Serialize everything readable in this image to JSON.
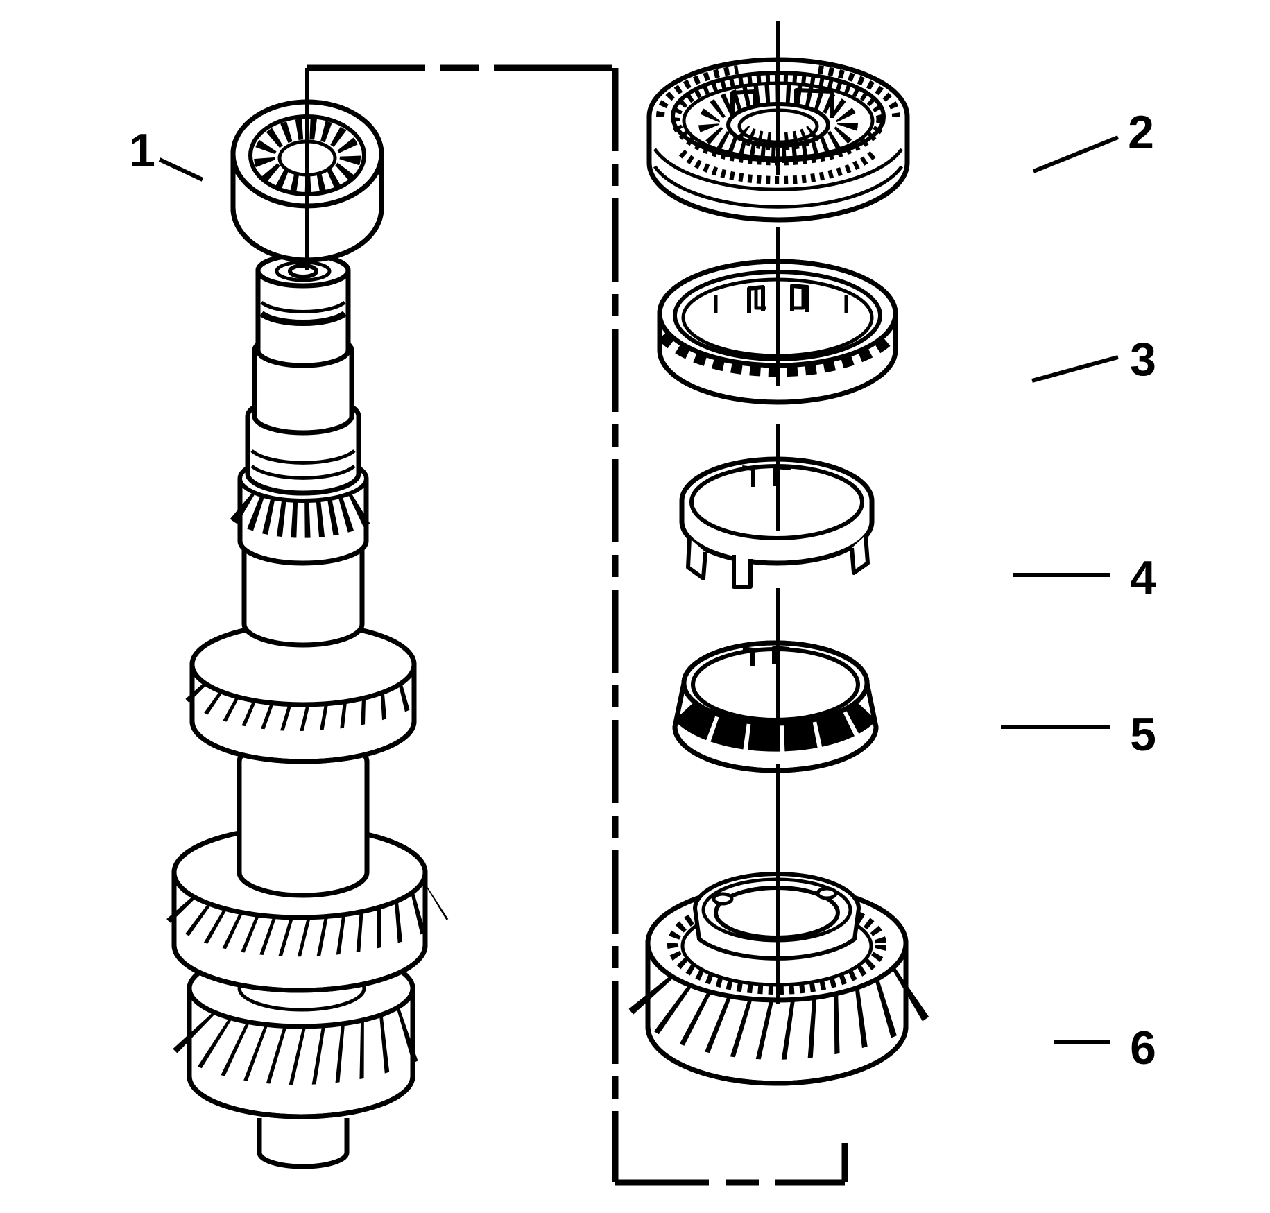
{
  "diagram": {
    "background_color": "#ffffff",
    "line_color": "#000000",
    "callouts": [
      {
        "label": "1"
      },
      {
        "label": "2"
      },
      {
        "label": "3"
      },
      {
        "label": "4"
      },
      {
        "label": "5"
      },
      {
        "label": "6"
      }
    ]
  }
}
